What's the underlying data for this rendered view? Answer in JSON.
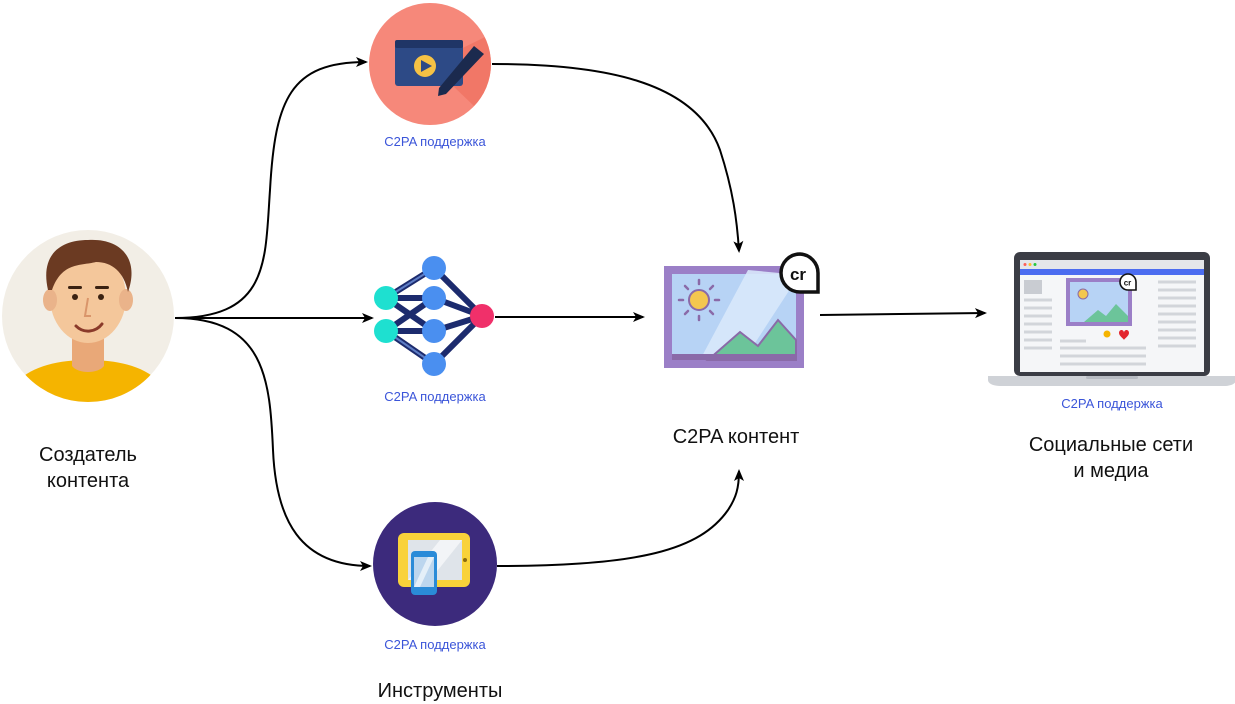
{
  "nodes": {
    "creator": {
      "label_line1": "Создатель",
      "label_line2": "контента"
    },
    "video_tool": {
      "support": "C2PA поддержка"
    },
    "ai_model": {
      "support": "C2PA поддержка"
    },
    "devices": {
      "support": "C2PA поддержка",
      "label": "Инструменты"
    },
    "content": {
      "label": "C2PA контент",
      "badge": "cr"
    },
    "social": {
      "support": "C2PA поддержка",
      "label_line1": "Социальные сети",
      "label_line2": "и медиа",
      "badge": "cr"
    }
  },
  "colors": {
    "support_text": "#3b55d9",
    "arrow": "#000000",
    "video_circle": "#f6887a",
    "devices_circle": "#3c2a7c",
    "ai_node_cyan": "#1ee0d0",
    "ai_node_blue": "#4a8ff0",
    "ai_node_pink": "#f0306a"
  }
}
